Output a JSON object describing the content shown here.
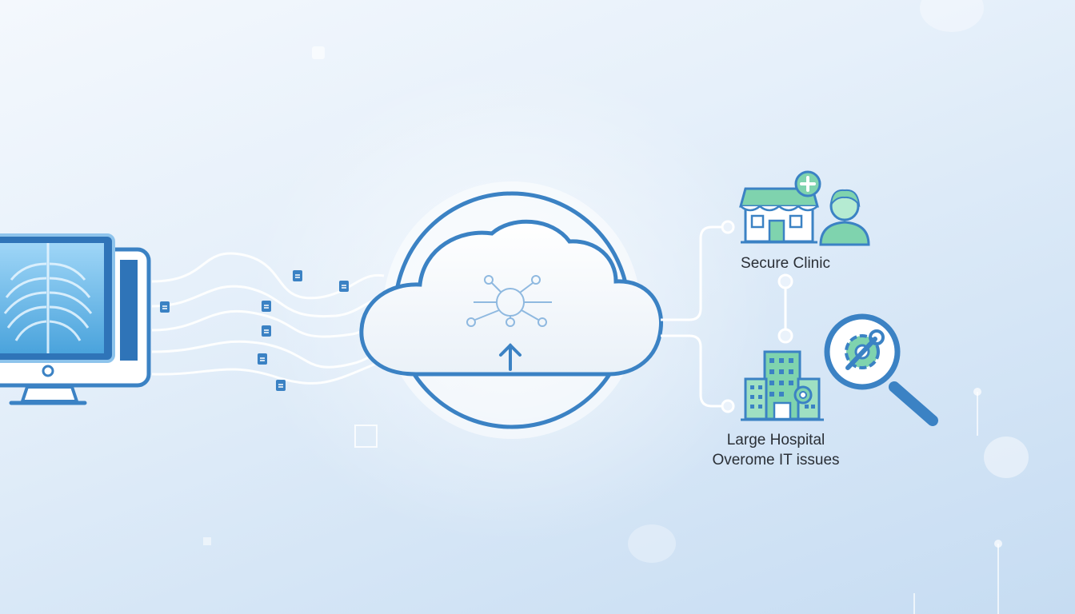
{
  "diagram": {
    "source": {
      "name": "xray-monitor"
    },
    "hub": {
      "name": "cloud-upload"
    },
    "nodes": [
      {
        "id": "clinic",
        "label": "Secure Clinic"
      },
      {
        "id": "hospital",
        "label_line1": "Large Hospital",
        "label_line2": "Overome IT issues"
      }
    ]
  },
  "colors": {
    "primary_blue": "#3b82c4",
    "accent_green": "#5cc99a",
    "line_white": "#ffffff"
  }
}
